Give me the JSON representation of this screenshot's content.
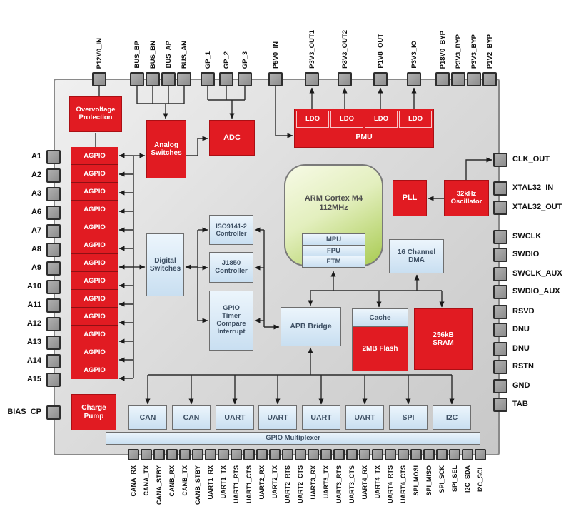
{
  "diagram": {
    "pins": {
      "top": [
        "P12V0_IN",
        "BUS_BP",
        "BUS_BN",
        "BUS_AP",
        "BUS_AN",
        "GP_1",
        "GP_2",
        "GP_3",
        "P5V0_IN",
        "P3V3_OUT1",
        "P3V3_OUT2",
        "P1V8_OUT",
        "P3V3_IO",
        "P18V0_BYP",
        "P3V3_BYP",
        "P3V3_BYP",
        "P1V2_BYP"
      ],
      "left": [
        "A1",
        "A2",
        "A3",
        "A6",
        "A7",
        "A8",
        "A9",
        "A10",
        "A11",
        "A12",
        "A13",
        "A14",
        "A15",
        "BIAS_CP"
      ],
      "right": [
        "CLK_OUT",
        "XTAL32_IN",
        "XTAL32_OUT",
        "SWCLK",
        "SWDIO",
        "SWCLK_AUX",
        "SWDIO_AUX",
        "RSVD",
        "DNU",
        "DNU",
        "RSTN",
        "GND",
        "TAB"
      ],
      "bottom": [
        "CANA_RX",
        "CANA_TX",
        "CANA_STBY",
        "CANB_RX",
        "CANB_TX",
        "CANB_STBY",
        "UART1_RX",
        "UART1_TX",
        "UART1_RTS",
        "UART1_CTS",
        "UART2_RX",
        "UART2_TX",
        "UART2_RTS",
        "UART2_CTS",
        "UART3_RX",
        "UART3_TX",
        "UART3_RTS",
        "UART3_CTS",
        "UART4_RX",
        "UART4_TX",
        "UART4_RTS",
        "UART4_CTS",
        "SPI_MOSI",
        "SPI_MISO",
        "SPI_SCK",
        "SPI_SEL",
        "I2C_SDA",
        "I2C_SCL"
      ]
    },
    "blocks": {
      "overvoltage_protection": "Overvoltage\nProtection",
      "agpio": [
        "AGPIO",
        "AGPIO",
        "AGPIO",
        "AGPIO",
        "AGPIO",
        "AGPIO",
        "AGPIO",
        "AGPIO",
        "AGPIO",
        "AGPIO",
        "AGPIO",
        "AGPIO",
        "AGPIO"
      ],
      "analog_switches": "Analog\nSwitches",
      "adc": "ADC",
      "ldos": [
        "LDO",
        "LDO",
        "LDO",
        "LDO"
      ],
      "pmu": "PMU",
      "arm_cortex": "ARM Cortex M4\n112MHz",
      "mpu": "MPU",
      "fpu": "FPU",
      "etm": "ETM",
      "pll": "PLL",
      "oscillator": "32kHz\nOscillator",
      "dma": "16 Channel\nDMA",
      "digital_switches": "Digital\nSwitches",
      "iso9141_controller": "ISO9141-2\nController",
      "j1850_controller": "J1850\nController",
      "gpio_timer": "GPIO\nTimer\nCompare\nInterrupt",
      "apb_bridge": "APB Bridge",
      "cache": "Cache",
      "flash": "2MB Flash",
      "sram": "256kB\nSRAM",
      "charge_pump": "Charge\nPump",
      "peripherals": [
        "CAN",
        "CAN",
        "UART",
        "UART",
        "UART",
        "UART",
        "SPI",
        "I2C"
      ],
      "gpio_multiplexer": "GPIO Multiplexer"
    },
    "colors": {
      "analog_block": "#e11b22",
      "digital_block": "#cfe5f7",
      "cpu_block": "#a9cb52",
      "pin_fill": "#9e9e9e",
      "chip_fill": "#d9d9d9",
      "wire": "#2b2b2b"
    }
  }
}
